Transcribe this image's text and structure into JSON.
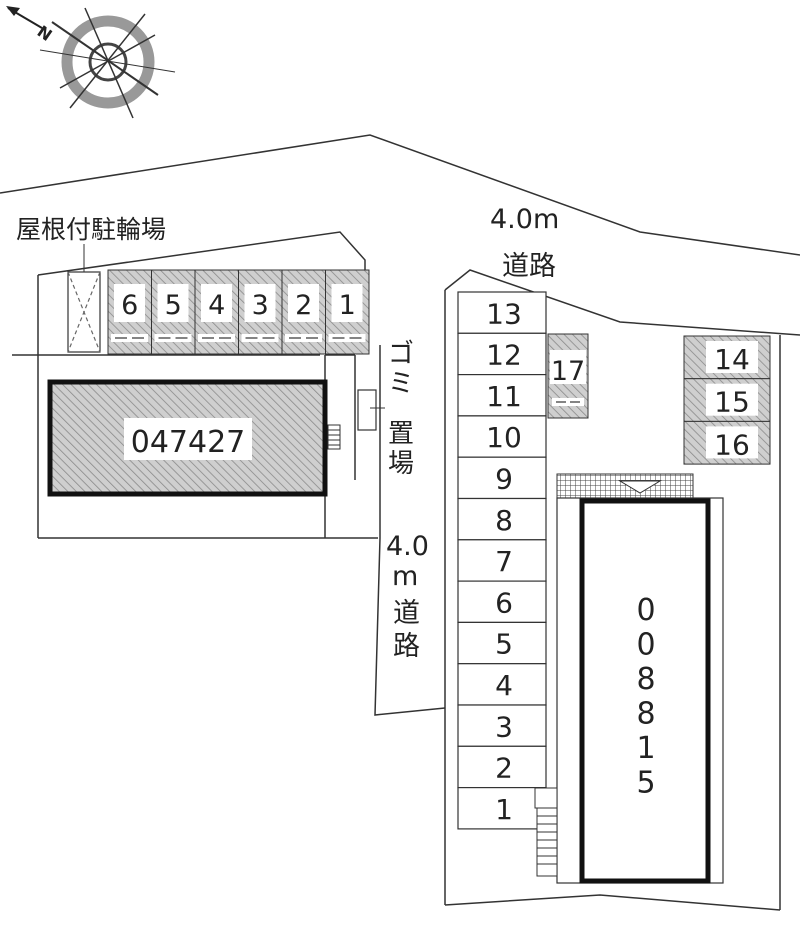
{
  "compass": {
    "north_label": "N"
  },
  "roads": {
    "top_width": "4.0m",
    "top_name": "道路",
    "middle_width": "4.0",
    "middle_unit": "m",
    "middle_name_1": "道",
    "middle_name_2": "路"
  },
  "bike_parking": {
    "label": "屋根付駐輪場"
  },
  "garbage": {
    "label_1": "ゴ",
    "label_2": "ミ",
    "label_3": "置",
    "label_4": "場"
  },
  "buildings": {
    "west": {
      "label": "047427"
    },
    "east": {
      "label_chars": [
        "0",
        "0",
        "8",
        "8",
        "1",
        "5"
      ]
    }
  },
  "parking": {
    "west_row": [
      "6",
      "5",
      "4",
      "3",
      "2",
      "1"
    ],
    "center_column": [
      "13",
      "12",
      "11",
      "10",
      "9",
      "8",
      "7",
      "6",
      "5",
      "4",
      "3",
      "2",
      "1"
    ],
    "extra": "17",
    "east_stack": [
      "14",
      "15",
      "16"
    ]
  }
}
